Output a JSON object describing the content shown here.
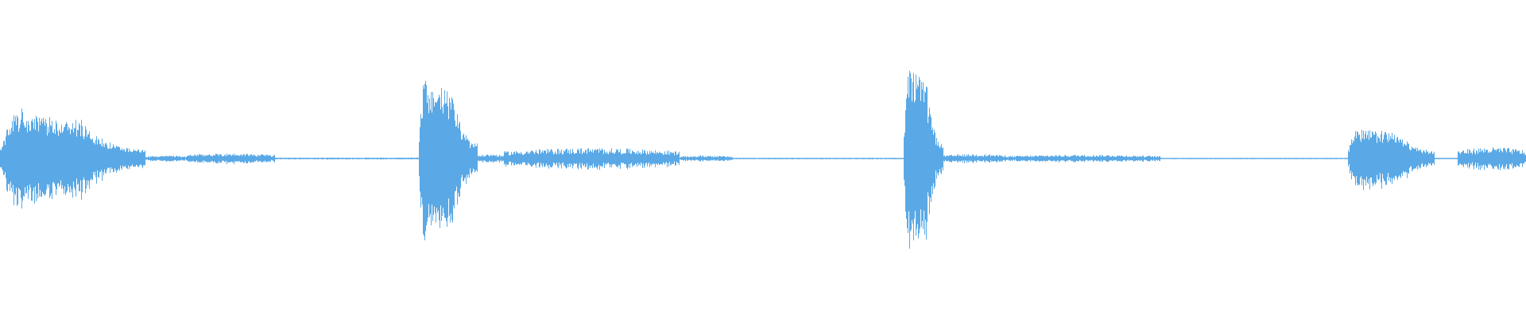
{
  "waveform": {
    "color": "#5aa9e6",
    "background": "#ffffff",
    "duration_fraction_events": [
      {
        "kind": "burst",
        "start": 0.0,
        "end": 0.095,
        "peak": 0.3,
        "floor": 0.06
      },
      {
        "kind": "noise",
        "start": 0.095,
        "end": 0.122,
        "peak": 0.02,
        "floor": 0.005
      },
      {
        "kind": "noise",
        "start": 0.122,
        "end": 0.18,
        "peak": 0.035,
        "floor": 0.01
      },
      {
        "kind": "quiet",
        "start": 0.18,
        "end": 0.274,
        "peak": 0.008,
        "floor": 0.003
      },
      {
        "kind": "burst",
        "start": 0.274,
        "end": 0.313,
        "peak": 0.53,
        "floor": 0.1
      },
      {
        "kind": "noise",
        "start": 0.313,
        "end": 0.33,
        "peak": 0.03,
        "floor": 0.01
      },
      {
        "kind": "noise",
        "start": 0.33,
        "end": 0.445,
        "peak": 0.07,
        "floor": 0.02
      },
      {
        "kind": "noise",
        "start": 0.445,
        "end": 0.48,
        "peak": 0.02,
        "floor": 0.005
      },
      {
        "kind": "quiet",
        "start": 0.48,
        "end": 0.592,
        "peak": 0.006,
        "floor": 0.003
      },
      {
        "kind": "burst",
        "start": 0.592,
        "end": 0.618,
        "peak": 0.62,
        "floor": 0.1
      },
      {
        "kind": "noise",
        "start": 0.618,
        "end": 0.66,
        "peak": 0.03,
        "floor": 0.008
      },
      {
        "kind": "noise",
        "start": 0.66,
        "end": 0.76,
        "peak": 0.025,
        "floor": 0.006
      },
      {
        "kind": "quiet",
        "start": 0.76,
        "end": 0.883,
        "peak": 0.005,
        "floor": 0.003
      },
      {
        "kind": "burst",
        "start": 0.883,
        "end": 0.94,
        "peak": 0.2,
        "floor": 0.05
      },
      {
        "kind": "quiet",
        "start": 0.94,
        "end": 0.955,
        "peak": 0.006,
        "floor": 0.003
      },
      {
        "kind": "noise",
        "start": 0.955,
        "end": 1.0,
        "peak": 0.075,
        "floor": 0.03
      }
    ]
  }
}
